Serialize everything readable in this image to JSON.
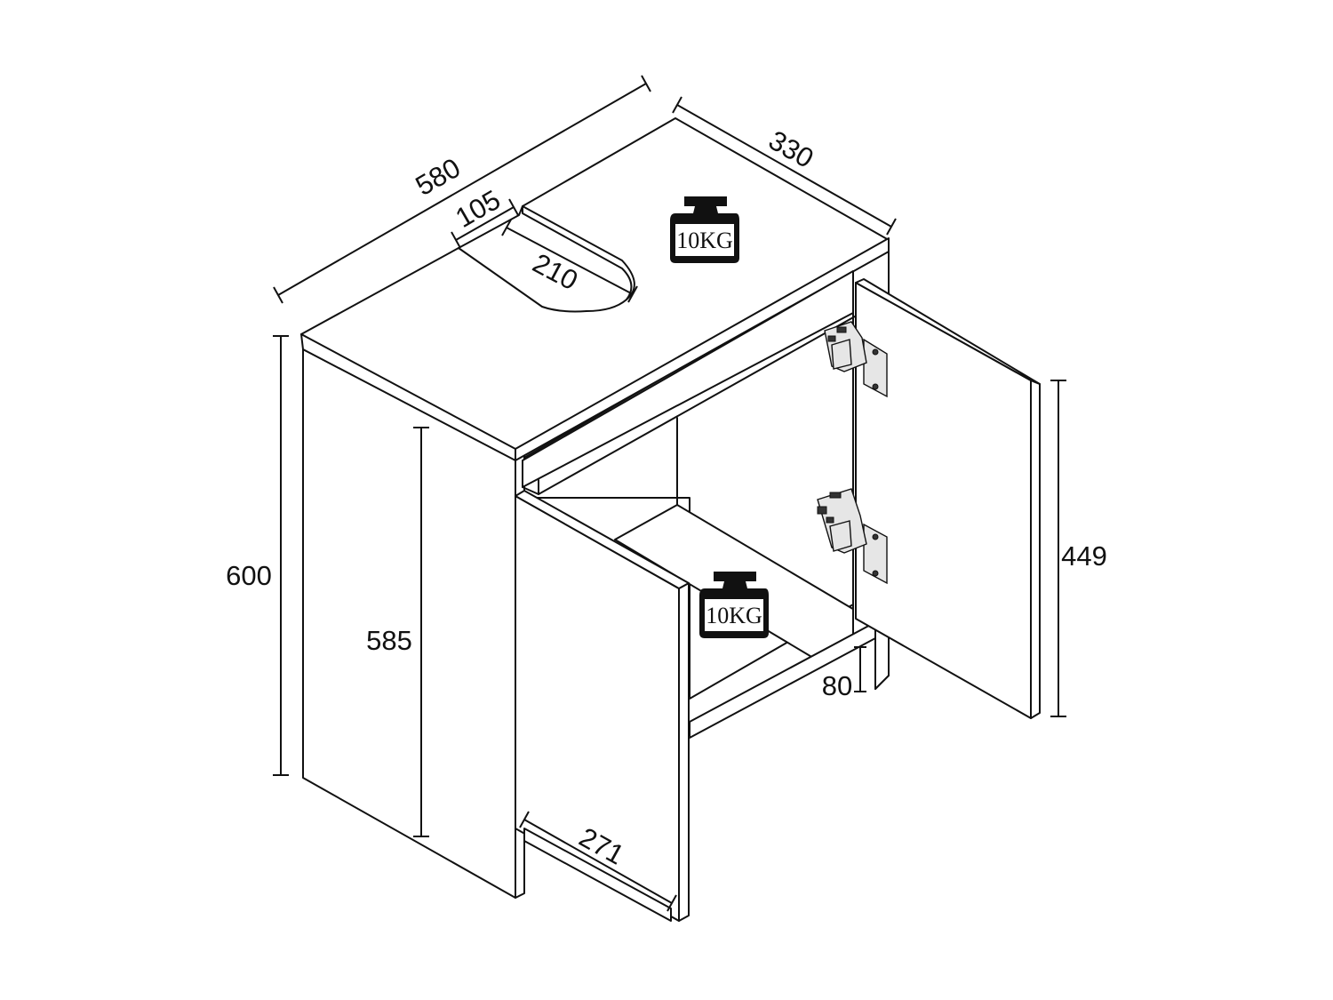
{
  "dimensions": {
    "overall_width": "580",
    "depth": "330",
    "cutout_depth": "105",
    "cutout_width": "210",
    "height": "600",
    "side_height": "585",
    "door_height": "449",
    "plinth_height": "80",
    "door_width": "271"
  },
  "load_ratings": {
    "top": "10KG",
    "shelf": "10KG"
  },
  "icons": {
    "weight": "weight-icon",
    "hinge": "hinge-icon"
  },
  "colors": {
    "line": "#111111",
    "background": "#ffffff"
  }
}
